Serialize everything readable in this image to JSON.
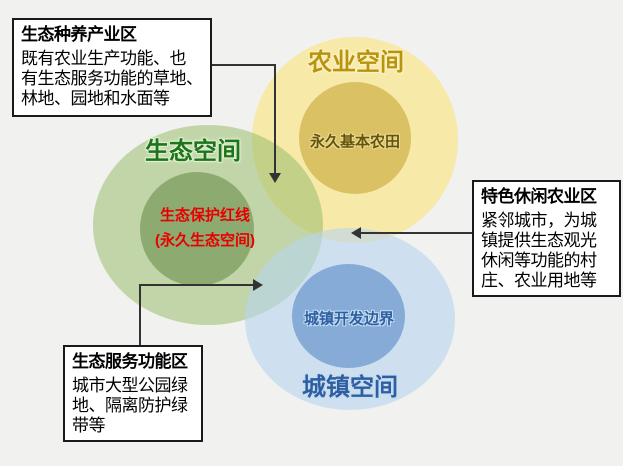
{
  "palette": {
    "background": "#f1f1ef",
    "agri_outer": "#f6e8ab",
    "agri_inner": "#d9c164",
    "eco_outer": "#bcd2a2",
    "eco_inner": "#8dab70",
    "urban_outer": "#cee0ef",
    "urban_inner": "#85abd6",
    "agri_label": "#b8940e",
    "eco_label": "#1e741e",
    "urban_label": "#2e5fa3",
    "redline_text": "#e80000",
    "connector": "#333333"
  },
  "diagram": {
    "circles": {
      "agriculture": {
        "label": "农业空间",
        "inner_label": "永久基本农田"
      },
      "ecology": {
        "label": "生态空间",
        "inner_label": "生态保护红线\n(永久生态空间)"
      },
      "urban": {
        "label": "城镇空间",
        "inner_label": "城镇开发边界"
      }
    },
    "callouts": [
      {
        "title": "生态种养产业区",
        "body": "既有农业生产功能、也\n有生态服务功能的草地、\n林地、园地和水面等"
      },
      {
        "title": "特色休闲农业区",
        "body": "紧邻城市，为城\n镇提供生态观光\n休闲等功能的村\n庄、农业用地等"
      },
      {
        "title": "生态服务功能区",
        "body": "城市大型公园绿\n地、隔离防护绿\n带等"
      }
    ]
  }
}
